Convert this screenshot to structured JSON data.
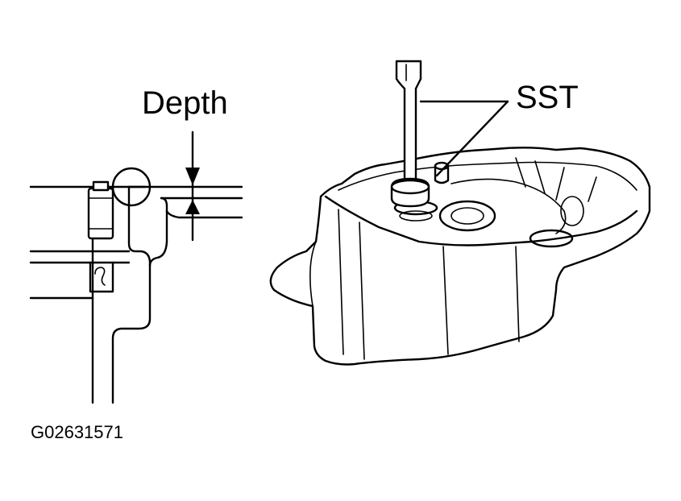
{
  "labels": {
    "depth": "Depth",
    "sst": "SST",
    "figure_code": "G02631571"
  },
  "colors": {
    "ink": "#000000",
    "paper": "#ffffff"
  }
}
